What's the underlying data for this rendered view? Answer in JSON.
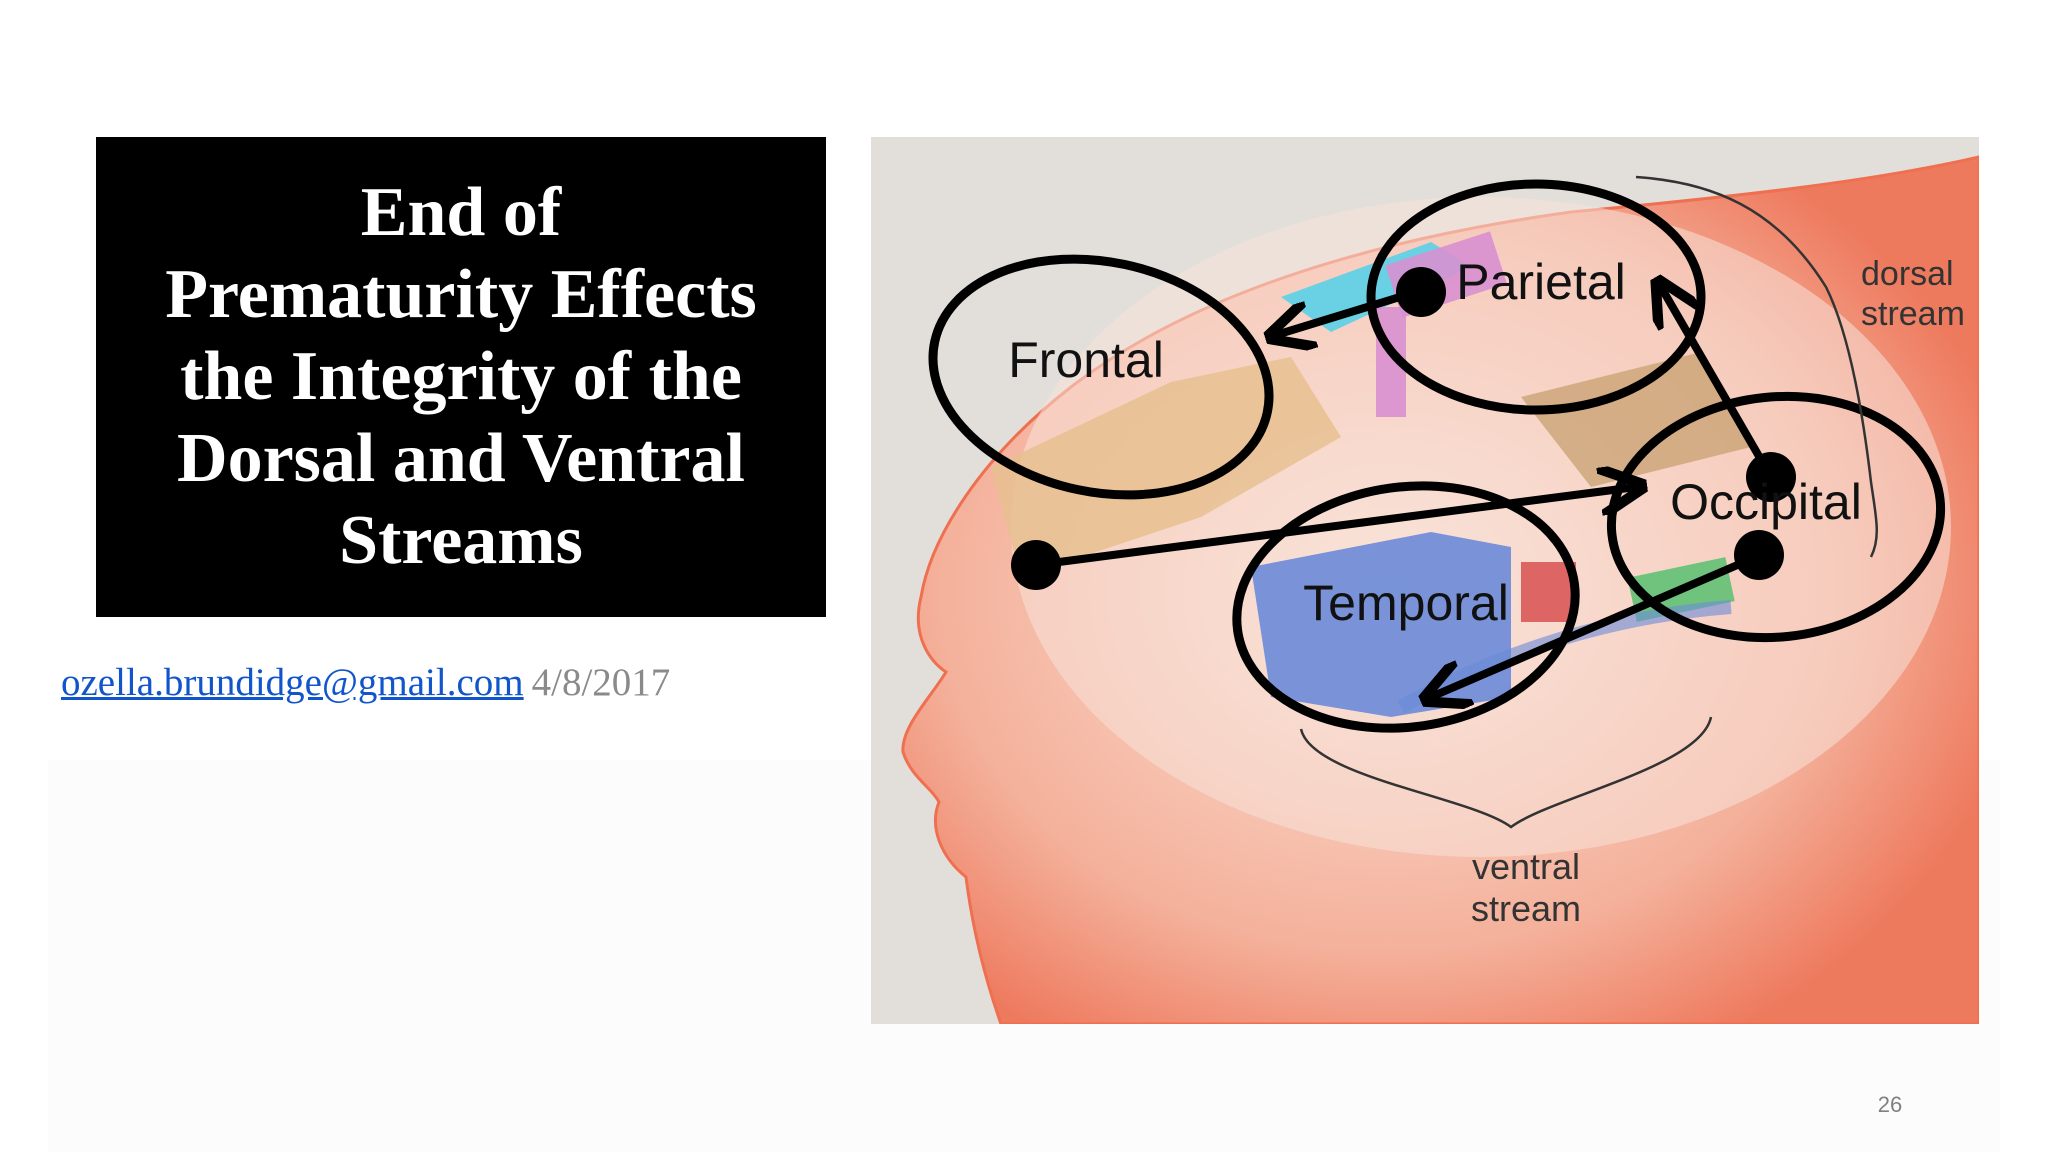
{
  "slide": {
    "title": "End of\nPrematurity Effects\nthe Integrity of the\nDorsal and Ventral\nStreams",
    "email": "ozella.brundidge@gmail.com",
    "date": "4/8/2017",
    "page_number": "26"
  },
  "figure": {
    "regions": {
      "frontal": "Frontal",
      "parietal": "Parietal",
      "occipital": "Occipital",
      "temporal": "Temporal"
    },
    "streams": {
      "dorsal_line1": "dorsal",
      "dorsal_line2": "stream",
      "ventral_line1": "ventral",
      "ventral_line2": "stream"
    },
    "colors": {
      "skin": "#f08060",
      "frontal_area": "#e8c090",
      "parietal_area": "#d890d0",
      "temporal_area": "#6a8ad8",
      "accent_cyan": "#5ad0e8",
      "motion_area": "#c8a070",
      "red_area": "#d85050",
      "green_area": "#58c070"
    }
  }
}
